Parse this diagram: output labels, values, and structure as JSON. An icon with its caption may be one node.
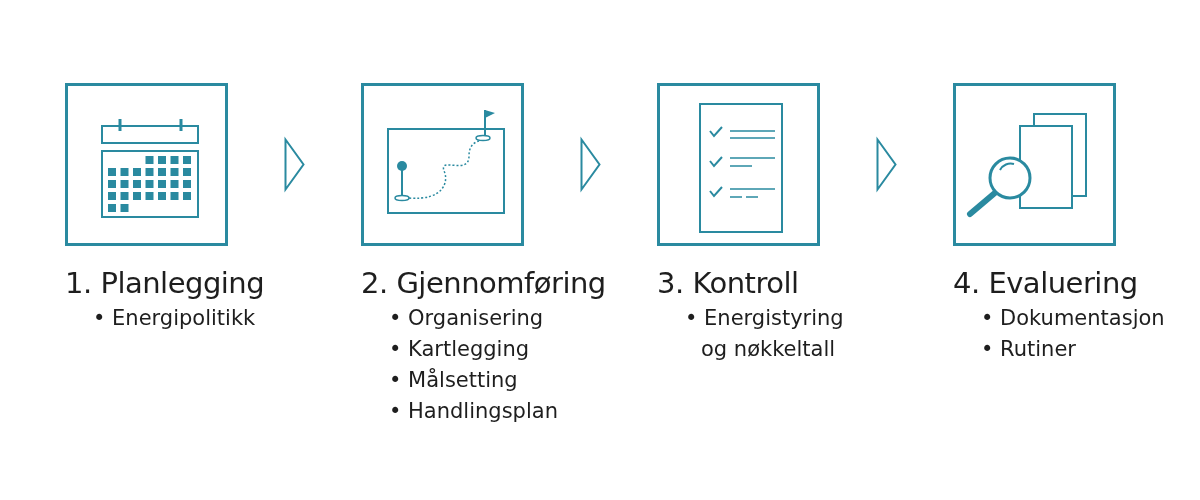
{
  "diagram": {
    "nodes": [
      {
        "text": [
          "1. Planlegging",
          "• Energipolitikk"
        ]
      },
      {
        "text": [
          "2. Gjennomføring",
          "• Organisering",
          "• Kartlegging",
          "• Målsetting",
          "• Handlingsplan"
        ]
      },
      {
        "text": [
          "3. Kontroll",
          "• Energistyring og nøkkeltall"
        ]
      },
      {
        "text": [
          "4. Evaluering",
          "• Dokumentasjon",
          "• Rutiner"
        ]
      }
    ],
    "edges": [
      {
        "from": 0,
        "to": 1,
        "arrow": "to"
      },
      {
        "from": 1,
        "to": 2,
        "arrow": "to"
      },
      {
        "from": 2,
        "to": 3,
        "arrow": "to"
      }
    ]
  }
}
